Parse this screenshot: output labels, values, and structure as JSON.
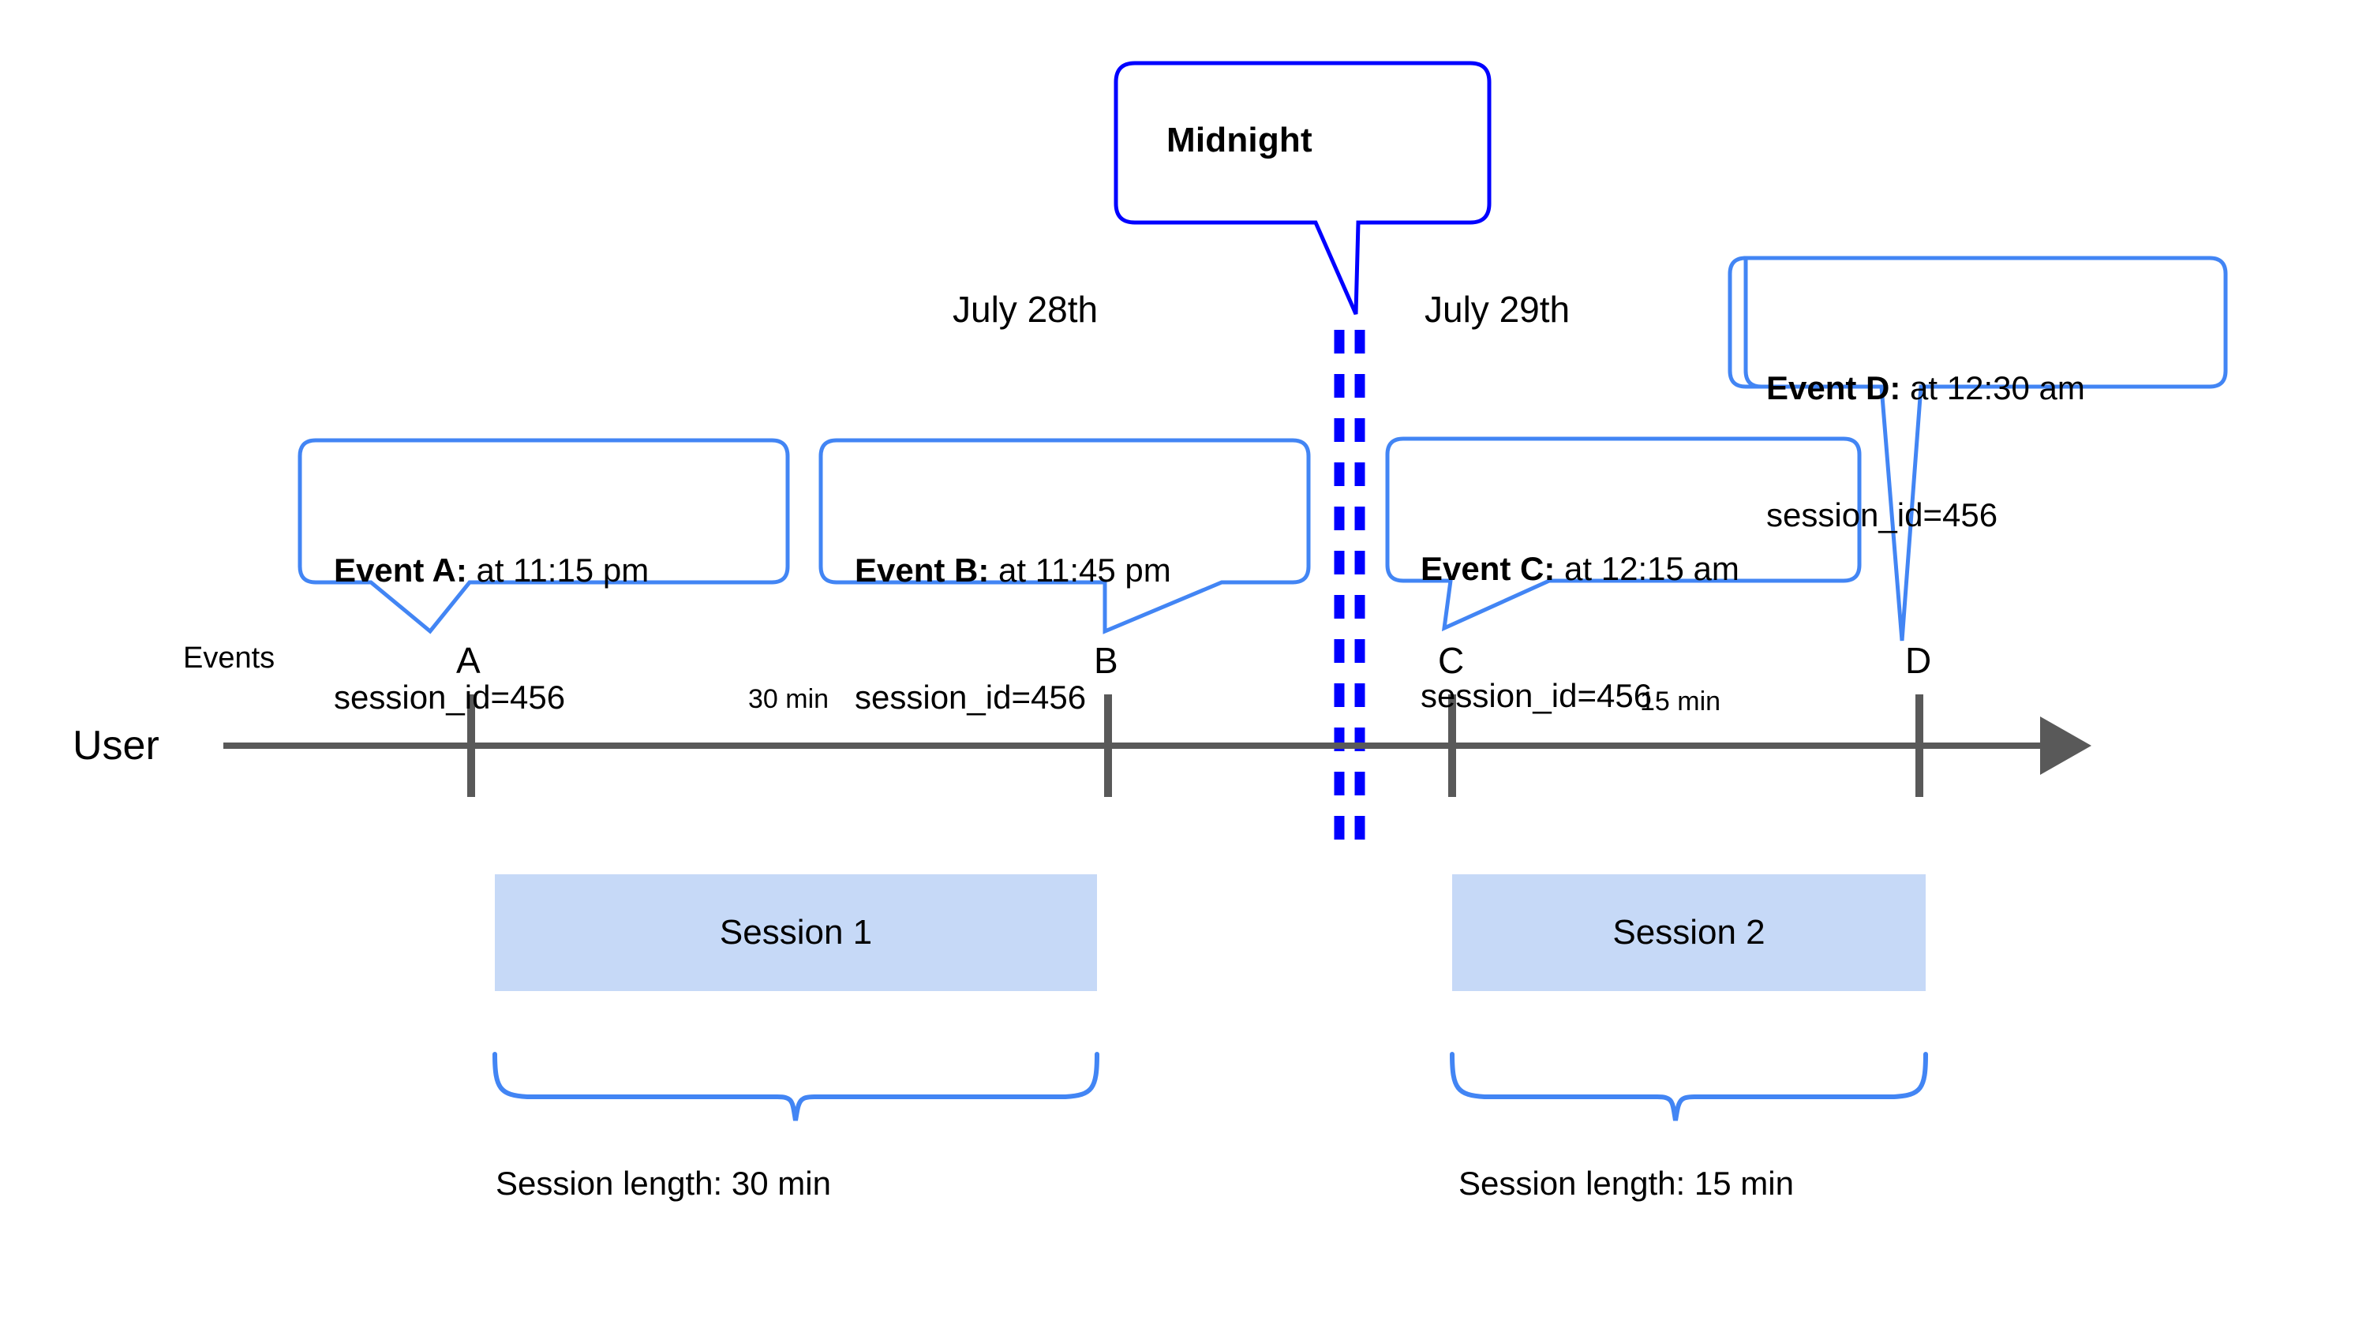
{
  "diagram": {
    "title_callout": {
      "label": "Midnight",
      "border_color": "#0000ff"
    },
    "day_labels": [
      {
        "name": "day-label-july-28",
        "text": "July 28th"
      },
      {
        "name": "day-label-july-29",
        "text": "July 29th"
      }
    ],
    "axis": {
      "row_label": "User",
      "events_label": "Events",
      "line_color": "#595959"
    },
    "events": [
      {
        "letter": "A",
        "title": "Event A:",
        "time": " at 11:15 pm",
        "session_field": "session_id=456"
      },
      {
        "letter": "B",
        "title": "Event B:",
        "time": " at 11:45 pm",
        "session_field": "session_id=456"
      },
      {
        "letter": "C",
        "title": "Event C:",
        "time": " at 12:15 am",
        "session_field": "session_id=456"
      },
      {
        "letter": "D",
        "title": "Event D:",
        "time": " at 12:30 am",
        "session_field": "session_id=456"
      }
    ],
    "durations": [
      {
        "name": "duration-a-to-b",
        "text": "30 min"
      },
      {
        "name": "duration-c-to-d",
        "text": "15 min"
      }
    ],
    "sessions": [
      {
        "name": "session-1",
        "label": "Session 1",
        "length_label": "Session length: 30 min",
        "fill_color": "#c6d9f7"
      },
      {
        "name": "session-2",
        "label": "Session 2",
        "length_label": "Session length: 15 min",
        "fill_color": "#c6d9f7"
      }
    ],
    "colors": {
      "callout_border": "#4285f4",
      "midnight_border": "#0000ff",
      "midnight_dashes": "#0000ff",
      "timeline": "#595959",
      "session_fill": "#c6d9f7",
      "brace": "#4285f4"
    }
  }
}
